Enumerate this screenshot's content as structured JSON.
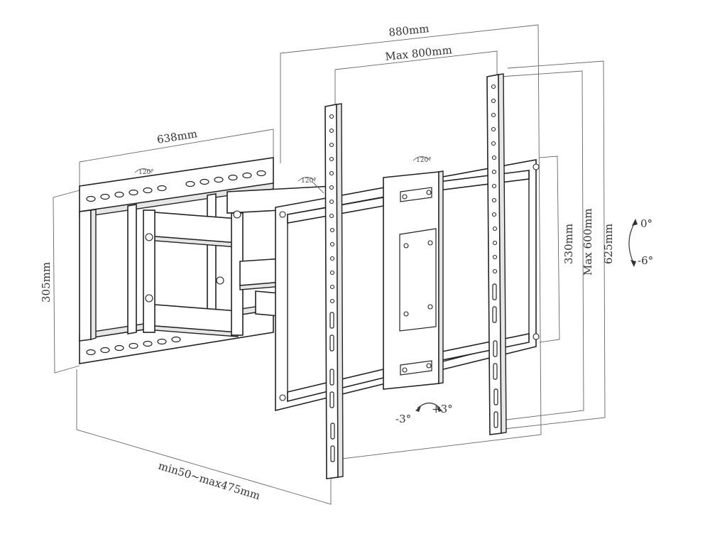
{
  "dimensions": {
    "overall_width": "880mm",
    "max_vesa_width": "Max 800mm",
    "wall_plate_width": "638mm",
    "wall_plate_height": "305mm",
    "bracket_height": "330mm",
    "max_vesa_height": "Max 600mm",
    "overall_height": "625mm",
    "extension": "min50~max475mm"
  },
  "rotation": {
    "swivel": "120°",
    "tilt_up": "0°",
    "tilt_down": "-6°",
    "level_minus": "-3°",
    "level_plus": "+3°"
  }
}
